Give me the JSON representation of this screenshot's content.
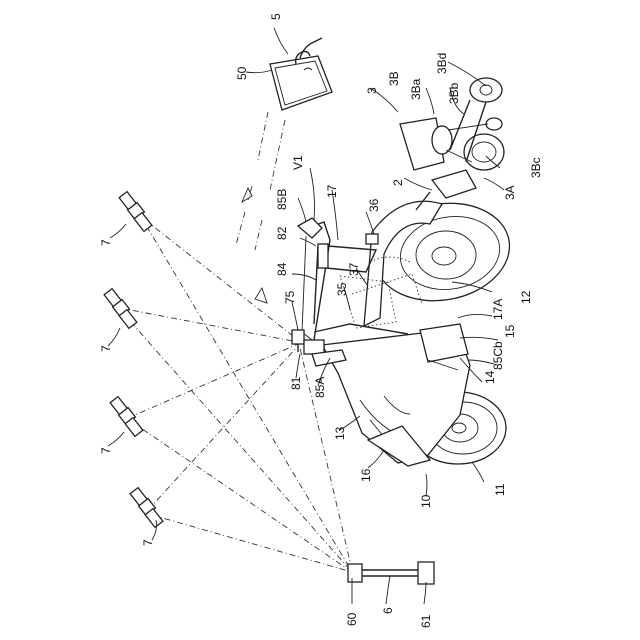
{
  "labels": {
    "l5": "5",
    "l50": "50",
    "l3": "3",
    "l3B": "3B",
    "l3Ba": "3Ba",
    "l3Bd": "3Bd",
    "l3Bb": "3Bb",
    "l3Bc": "3Bc",
    "l3A": "3A",
    "l2": "2",
    "lV1": "V1",
    "l85B": "85B",
    "l82": "82",
    "l17": "17",
    "l36": "36",
    "l84": "84",
    "l37": "37",
    "l35": "35",
    "l75": "75",
    "l12": "12",
    "l17A": "17A",
    "l15": "15",
    "l85Cb": "85Cb",
    "l14": "14",
    "l81": "81",
    "l85A": "85A",
    "l13": "13",
    "l16": "16",
    "l10": "10",
    "l11": "11",
    "l60": "60",
    "l6": "6",
    "l61": "61",
    "l7a": "7",
    "l7b": "7",
    "l7c": "7",
    "l7d": "7"
  }
}
